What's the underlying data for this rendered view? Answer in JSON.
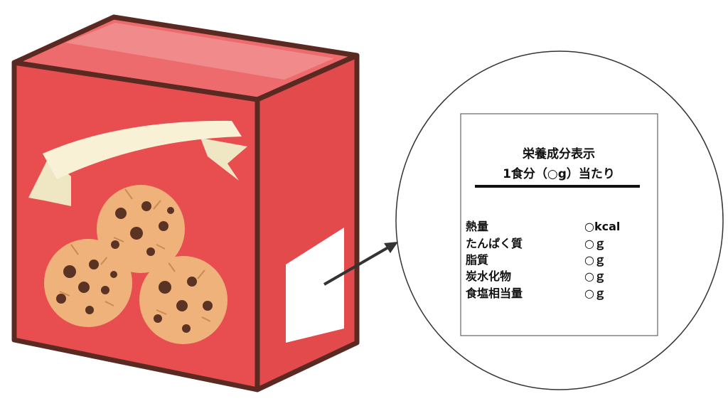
{
  "label": {
    "title_line1": "栄養成分表示",
    "title_line2": "1食分（○g）当たり",
    "rows": [
      {
        "name": "熱量",
        "value": "○kcal"
      },
      {
        "name": "たんぱく質",
        "value": "○ｇ"
      },
      {
        "name": "脂質",
        "value": "○ｇ"
      },
      {
        "name": "炭水化物",
        "value": "○ｇ"
      },
      {
        "name": "食塩相当量",
        "value": "○ｇ"
      }
    ]
  },
  "colors": {
    "box_front": "#e84e50",
    "box_top": "#ee6b6d",
    "box_side": "#e04a4c",
    "outline": "#5a2a22",
    "ribbon": "#f8f1d6",
    "cookie": "#eeb27a",
    "chip": "#5b3324",
    "arrow": "#333333"
  }
}
